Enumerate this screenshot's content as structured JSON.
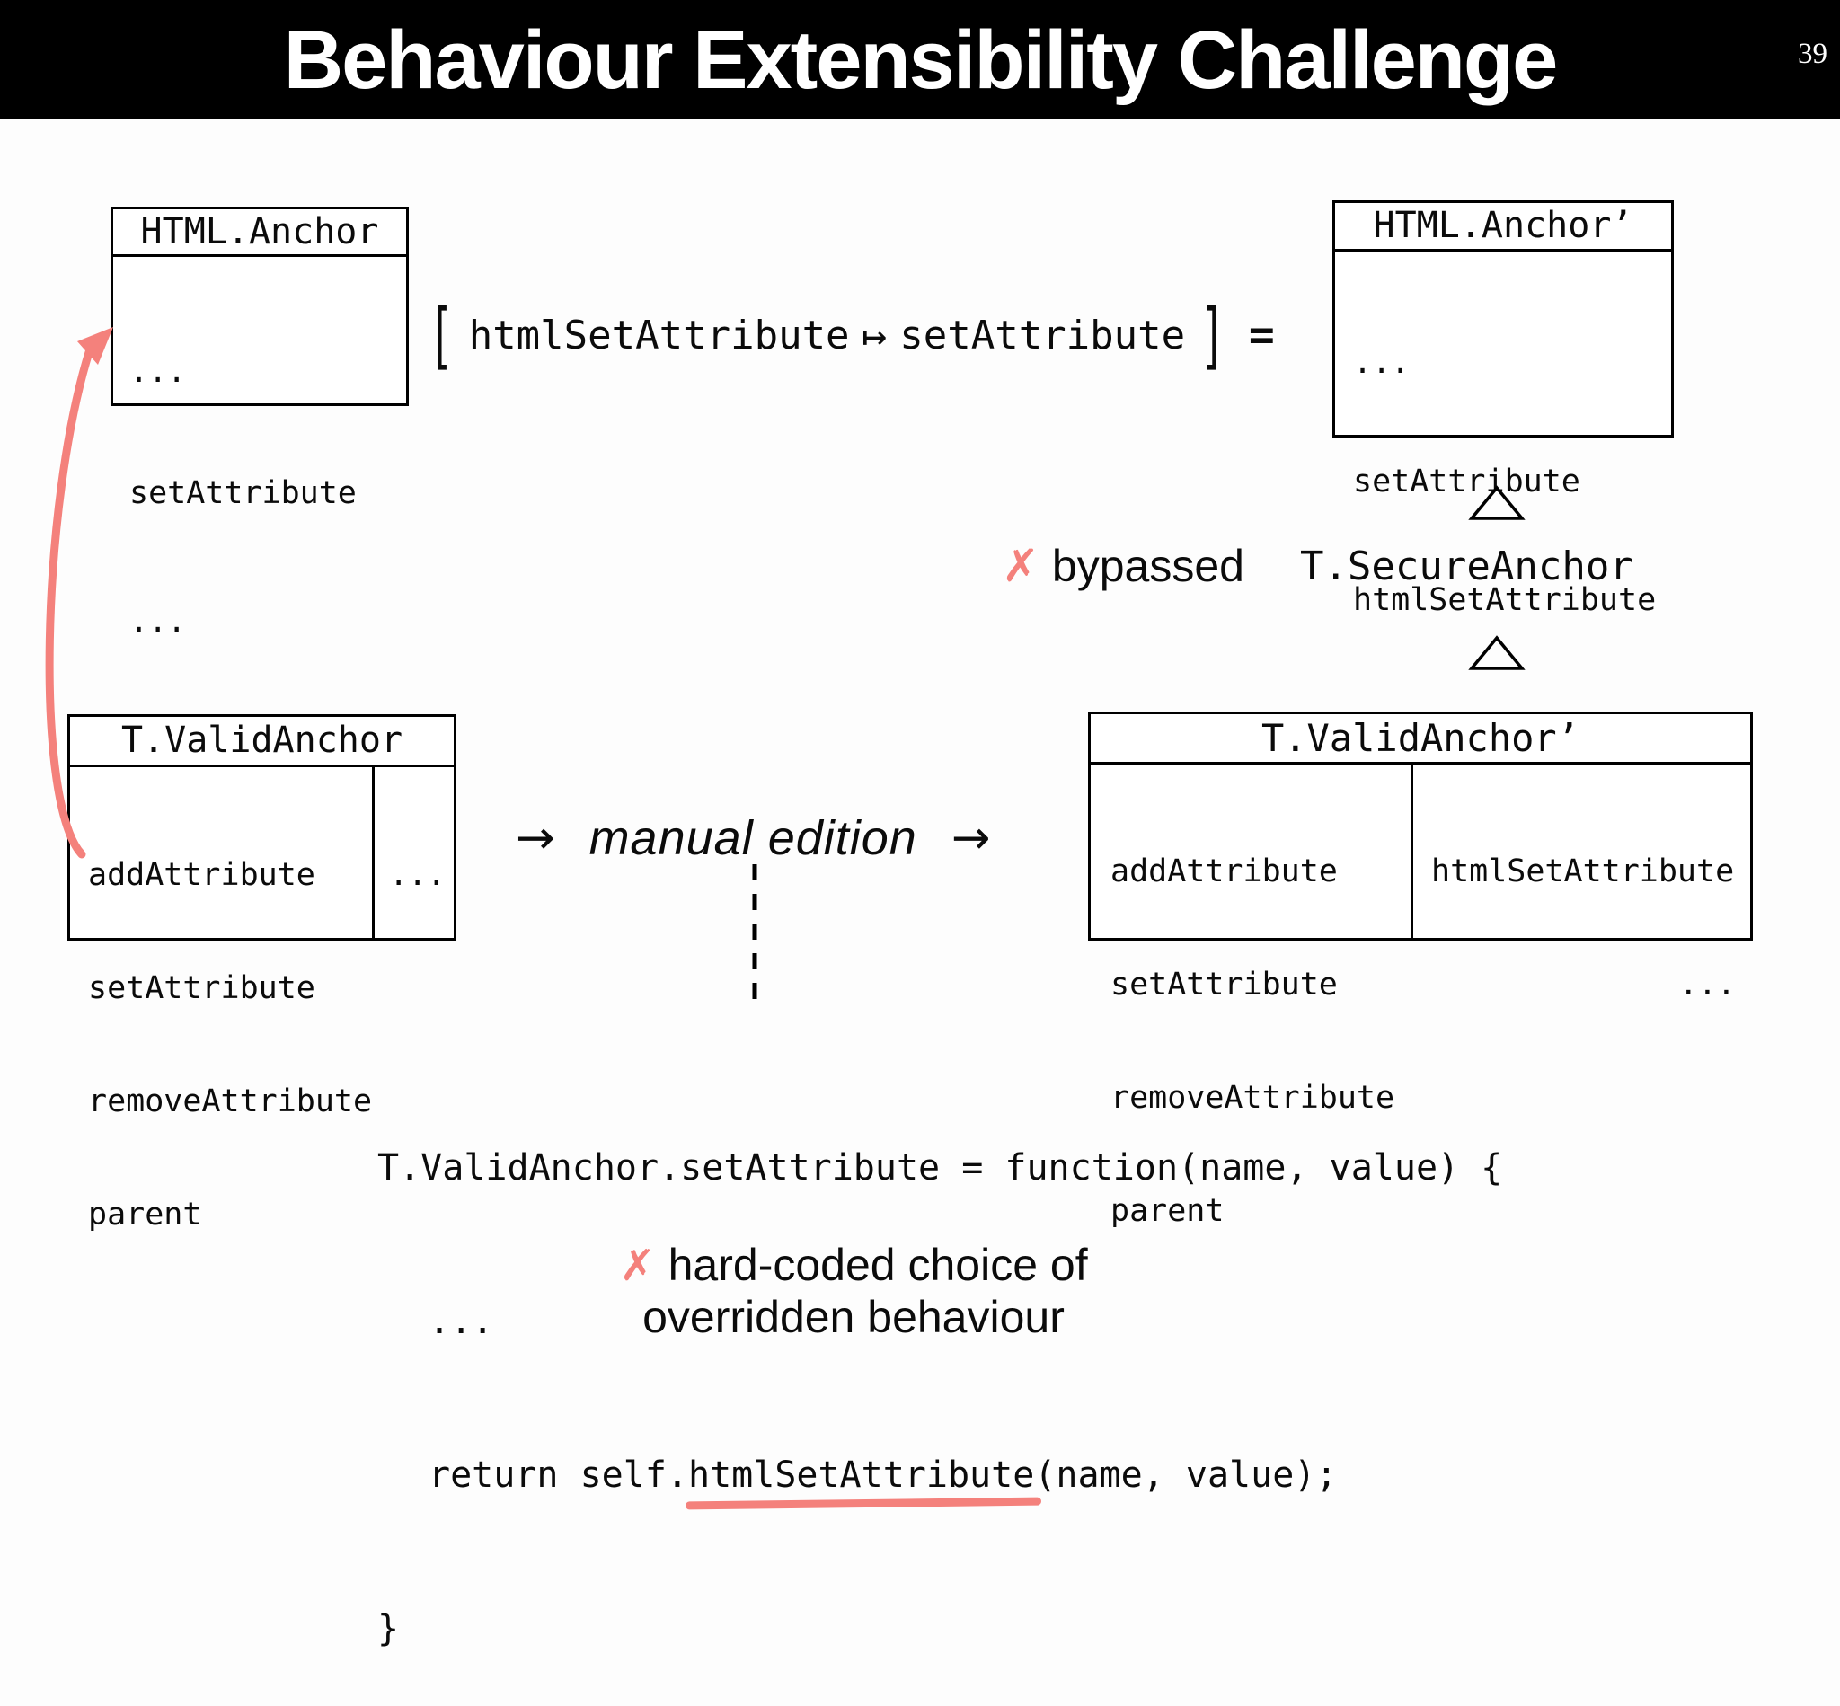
{
  "header": {
    "title": "Behaviour Extensibility Challenge",
    "slide_number": "39"
  },
  "colors": {
    "accent_pink": "#f4817c",
    "header_bg": "#000000",
    "box_border": "#000000",
    "background": "#fdfdfd"
  },
  "boxes": {
    "html_anchor": {
      "title": "HTML.Anchor",
      "members": [
        "...",
        "setAttribute",
        "..."
      ]
    },
    "html_anchor_prime": {
      "title": "HTML.Anchor’",
      "members": [
        "...",
        "setAttribute",
        "htmlSetAttribute",
        "..."
      ]
    },
    "t_valid_anchor": {
      "title": "T.ValidAnchor",
      "members_left": [
        "addAttribute",
        "setAttribute",
        "removeAttribute",
        "parent"
      ],
      "members_right": [
        "..."
      ]
    },
    "t_valid_anchor_prime": {
      "title": "T.ValidAnchor’",
      "members_left": [
        "addAttribute",
        "setAttribute",
        "removeAttribute",
        "parent"
      ],
      "members_right": [
        "htmlSetAttribute",
        "..."
      ]
    }
  },
  "rename_expression": {
    "open_bracket": "[",
    "from": "htmlSetAttribute",
    "mapsto": "↦",
    "to": "setAttribute",
    "close_bracket": "]",
    "equals": "="
  },
  "inheritance": {
    "cross": "✗",
    "bypassed_label": "bypassed",
    "class_name": "T.SecureAnchor"
  },
  "manual_edition": {
    "arrow_left": "→",
    "label": "manual edition",
    "arrow_right": "→"
  },
  "code": {
    "line1": "T.ValidAnchor.setAttribute = function(name, value) {",
    "line2": "...",
    "line3_before": "return self.",
    "line3_highlight": "htmlSetAttribute",
    "line3_after": "(name, value);",
    "line4": "}"
  },
  "caption": {
    "cross": "✗",
    "line1": "hard-coded choice of",
    "line2": "overridden behaviour"
  }
}
